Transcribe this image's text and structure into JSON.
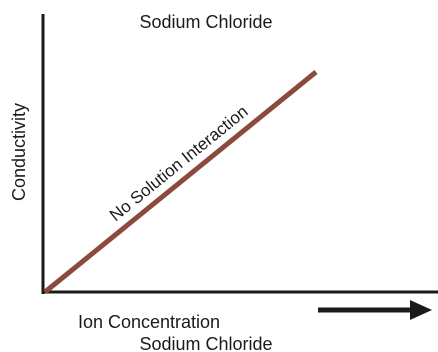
{
  "chart_data": {
    "type": "line",
    "title": "Sodium Chloride",
    "xlabel": "Ion Concentration",
    "xlabel_sub": "Sodium Chloride",
    "ylabel": "Conductivity",
    "grid": false,
    "xticks": false,
    "yticks": false,
    "xlim": [
      0,
      1
    ],
    "ylim": [
      0,
      1
    ],
    "series": [
      {
        "name": "No Solution Interaction",
        "x": [
          0,
          1
        ],
        "y": [
          0,
          1
        ],
        "color": "#8b4a3c"
      }
    ],
    "arrow": {
      "direction": "right",
      "color": "#1a1a1a"
    }
  }
}
